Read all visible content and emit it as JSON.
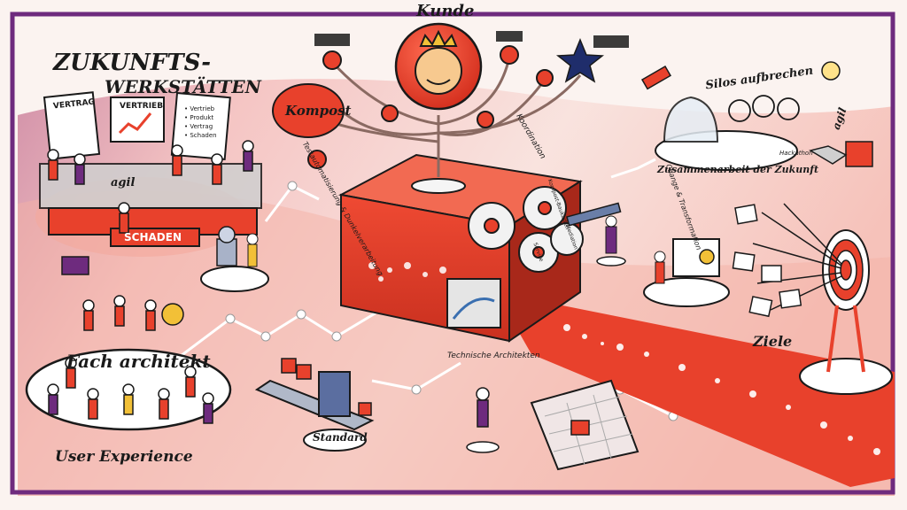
{
  "title": {
    "line1": "ZUKUNFTS-",
    "line2": "WERKSTÄTTEN"
  },
  "kunde": "Kunde",
  "kompost": "Kompost",
  "koordination": "Koordination",
  "testautomatisierung": "Testautomatisierung & Dunkelverarbeitung",
  "documents": {
    "vertrag": "VERTRAG",
    "vertrieb": "VERTRIEB",
    "flipchart_lines": [
      "• Vertrieb",
      "• Produkt",
      "• Vertrag",
      "• Schaden"
    ]
  },
  "agil_track": "agil",
  "schaden": "SCHADEN",
  "gears": [
    "Kompost-Baukasten",
    "Service",
    "Mediation"
  ],
  "silos_aufbrechen": "Silos aufbrechen",
  "agil_right": "agil",
  "hackathon": "Hackathon",
  "zusammenarbeit": "Zusammenarbeit der Zukunft",
  "change": "Change & Transformation",
  "fach_architekt": "Fach architekt",
  "user_experience": "User Experience",
  "standard": "Standard",
  "technische_architekten": "Technische Architekten",
  "ziele": "Ziele",
  "colors": {
    "red": "#e8412c",
    "dark_red": "#b8251a",
    "purple": "#6e2b7e",
    "ink": "#1a1a1a",
    "yellow": "#f2c037",
    "navy": "#1f2d6b"
  }
}
